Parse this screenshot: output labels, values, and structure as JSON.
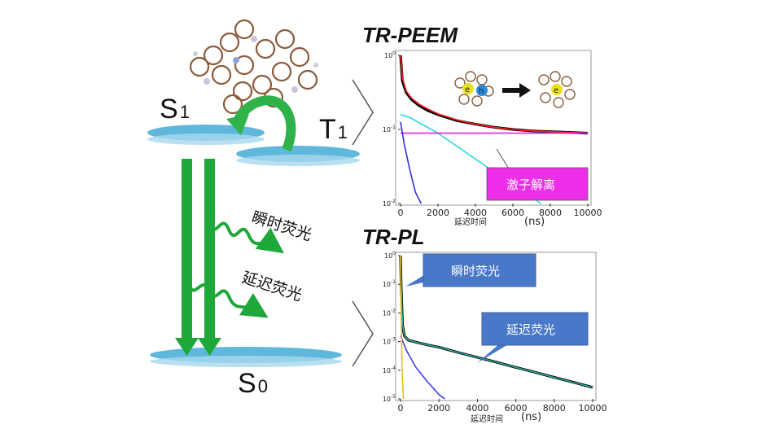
{
  "diagram": {
    "levels": {
      "s1_main": "S",
      "s1_sub": "1",
      "t1_main": "T",
      "t1_sub": "1",
      "s0_main": "S",
      "s0_sub": "0"
    },
    "labels": {
      "prompt_fluorescence": "瞬时荧光",
      "delayed_fluorescence": "延迟荧光"
    },
    "colors": {
      "level_plate": "#5fb8dc",
      "arrow_green": "#1fa83a",
      "curl_arrow": "#2fb24a"
    }
  },
  "panels": {
    "peem": {
      "title": "TR-PEEM",
      "x_ticks": [
        "0",
        "2000",
        "4000",
        "6000",
        "8000",
        "10000"
      ],
      "y_ticks": [
        "0",
        "-1",
        "-2"
      ],
      "x_label": "延迟时间",
      "x_unit": "(ns)",
      "molecule_labels": [
        "e",
        "h",
        "e"
      ],
      "annotation": "激子解离",
      "annotation_color": "#ee2ee8"
    },
    "pl": {
      "title": "TR-PL",
      "x_ticks": [
        "0",
        "2000",
        "4000",
        "6000",
        "8000",
        "10000"
      ],
      "y_ticks": [
        "0",
        "-1",
        "-2",
        "-3",
        "-4",
        "-5"
      ],
      "x_label": "延迟时间",
      "x_unit": "(ns)",
      "callout_prompt": "瞬时荧光",
      "callout_delayed": "延迟荧光",
      "callout_color": "#4a78c8"
    }
  },
  "chart_data": [
    {
      "type": "line",
      "title": "TR-PEEM",
      "xlabel": "延迟时间 (ns)",
      "ylabel": "",
      "xlim": [
        0,
        10000
      ],
      "ylim": [
        -2,
        0
      ],
      "y_scale": "log",
      "y_tick_values": [
        0,
        -1,
        -2
      ],
      "series": [
        {
          "color": "#000000",
          "x": [
            0,
            100,
            300,
            600,
            1000,
            1500,
            2000,
            3000,
            4000,
            5000,
            6000,
            7000,
            8000,
            9000,
            10000
          ],
          "y": [
            0,
            -0.35,
            -0.5,
            -0.6,
            -0.68,
            -0.75,
            -0.8,
            -0.88,
            -0.93,
            -0.97,
            -1.0,
            -1.02,
            -1.03,
            -1.04,
            -1.05
          ]
        },
        {
          "color": "#ff2020",
          "x": [
            0,
            100,
            300,
            600,
            1000,
            1500,
            2000,
            3000,
            4000,
            5000,
            6000,
            7000,
            8000,
            9000,
            10000
          ],
          "y": [
            0,
            -0.3,
            -0.48,
            -0.58,
            -0.66,
            -0.73,
            -0.79,
            -0.87,
            -0.93,
            -0.97,
            -1.0,
            -1.02,
            -1.03,
            -1.04,
            -1.05
          ]
        },
        {
          "color": "#29d6e0",
          "x": [
            0,
            500,
            2000,
            4000,
            6000,
            7500
          ],
          "y": [
            -0.8,
            -0.84,
            -1.05,
            -1.4,
            -1.75,
            -2.0
          ]
        },
        {
          "color": "#e020e0",
          "x": [
            0,
            10000
          ],
          "y": [
            -1.05,
            -1.05
          ]
        },
        {
          "color": "#3030e8",
          "x": [
            0,
            200,
            500,
            800,
            1100
          ],
          "y": [
            -0.9,
            -1.2,
            -1.55,
            -1.85,
            -2.0
          ]
        }
      ]
    },
    {
      "type": "line",
      "title": "TR-PL",
      "xlabel": "延迟时间 (ns)",
      "ylabel": "",
      "xlim": [
        0,
        10000
      ],
      "ylim": [
        -5,
        0
      ],
      "y_scale": "log",
      "y_tick_values": [
        0,
        -1,
        -2,
        -3,
        -4,
        -5
      ],
      "series": [
        {
          "color": "#000000",
          "x": [
            0,
            30,
            100,
            200,
            400,
            800,
            1500,
            2000,
            3000,
            4000,
            5000,
            6000,
            7000,
            8000,
            9000,
            10000
          ],
          "y": [
            0,
            -1.0,
            -2.4,
            -2.8,
            -2.95,
            -3.02,
            -3.13,
            -3.2,
            -3.38,
            -3.55,
            -3.72,
            -3.9,
            -4.07,
            -4.25,
            -4.42,
            -4.6
          ]
        },
        {
          "color": "#2fa5a0",
          "x": [
            0,
            30,
            100,
            200,
            400,
            800,
            1500,
            2000,
            3000,
            4000,
            5000,
            6000,
            7000,
            8000,
            9000,
            10000
          ],
          "y": [
            0,
            -1.0,
            -2.4,
            -2.8,
            -2.95,
            -3.02,
            -3.13,
            -3.2,
            -3.38,
            -3.55,
            -3.72,
            -3.9,
            -4.07,
            -4.25,
            -4.42,
            -4.6
          ]
        },
        {
          "color": "#4040e0",
          "x": [
            0,
            300,
            800,
            1400,
            2000,
            2300
          ],
          "y": [
            -2.8,
            -3.3,
            -3.9,
            -4.4,
            -4.85,
            -5.0
          ]
        },
        {
          "color": "#e8c020",
          "x": [
            0,
            30,
            80,
            150
          ],
          "y": [
            0,
            -2.0,
            -4.0,
            -5.0
          ]
        }
      ]
    }
  ]
}
